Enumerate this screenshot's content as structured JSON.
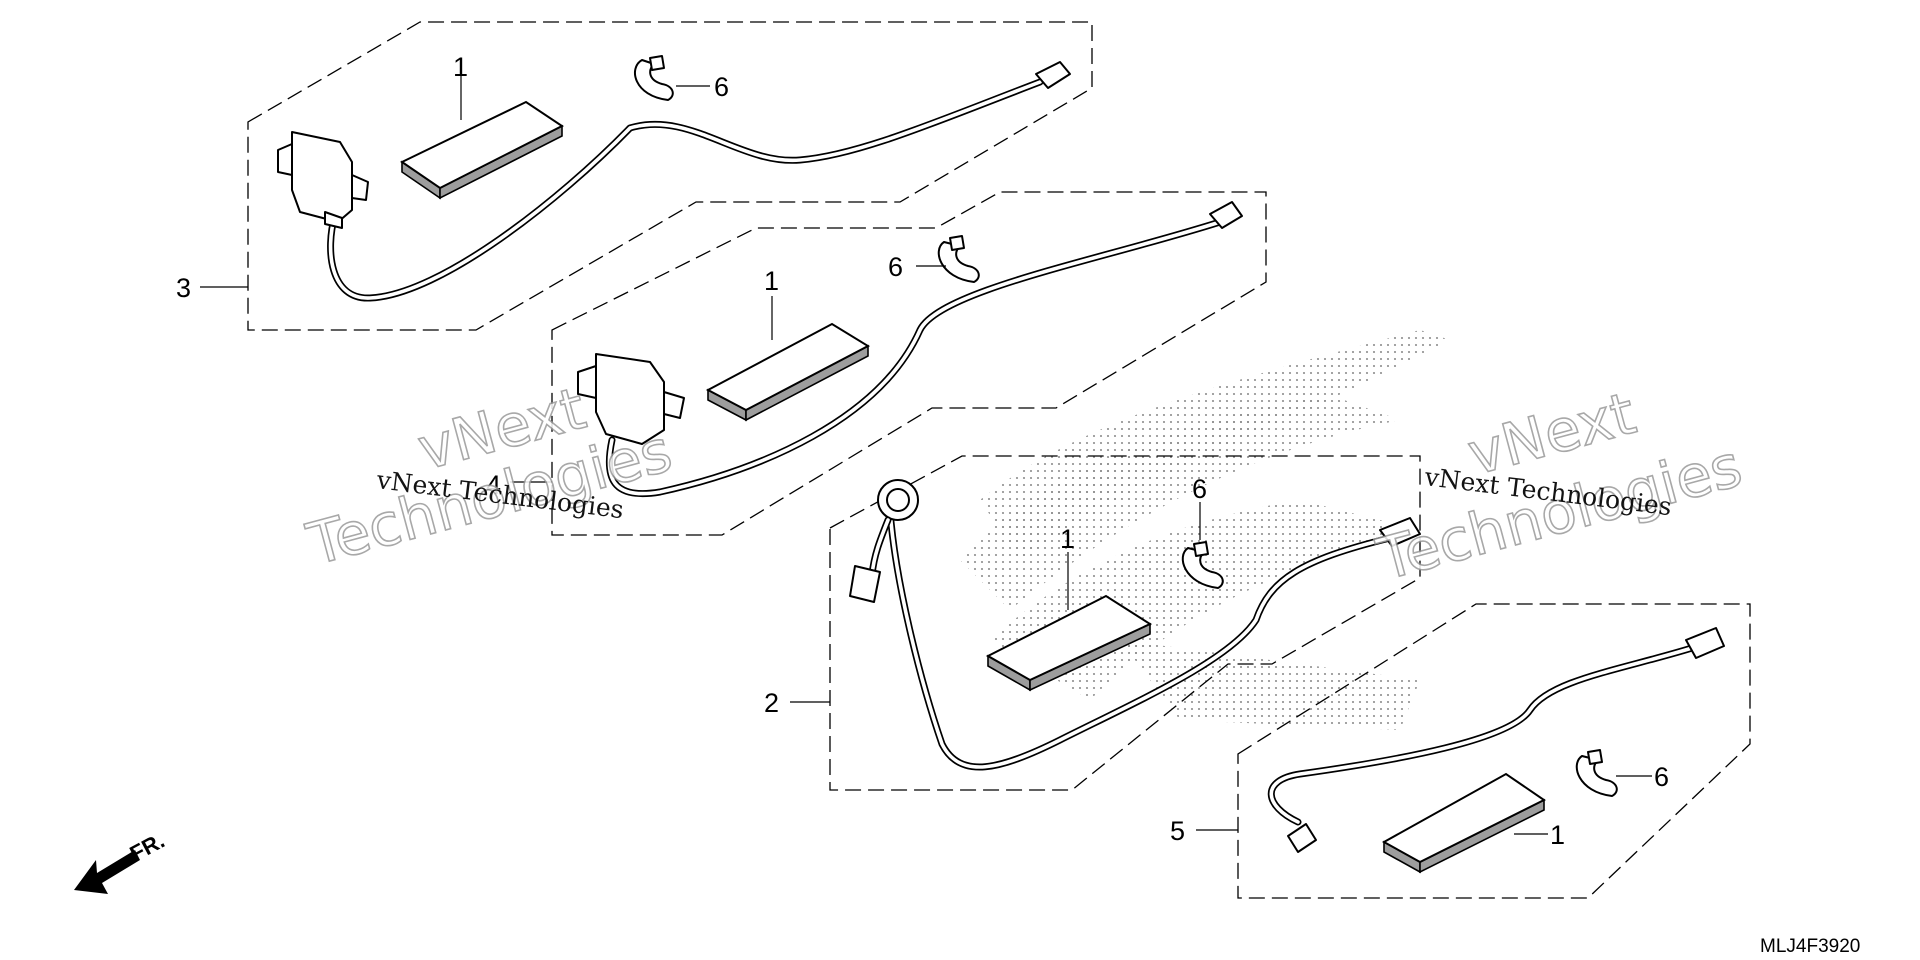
{
  "diagram": {
    "part_code": "MLJ4F3920",
    "front_indicator": "FR.",
    "callouts": [
      {
        "id": "c1a",
        "text": "1"
      },
      {
        "id": "c6a",
        "text": "6"
      },
      {
        "id": "c3",
        "text": "3"
      },
      {
        "id": "c6b",
        "text": "6"
      },
      {
        "id": "c1b",
        "text": "1"
      },
      {
        "id": "c4",
        "text": "4"
      },
      {
        "id": "c6c",
        "text": "6"
      },
      {
        "id": "c1c",
        "text": "1"
      },
      {
        "id": "c2",
        "text": "2"
      },
      {
        "id": "c6d",
        "text": "6"
      },
      {
        "id": "c5",
        "text": "5"
      },
      {
        "id": "c1d",
        "text": "1"
      }
    ],
    "watermarks": {
      "small_text": "vNext Technologies",
      "big_line1": "vNext",
      "big_line2": "Technologies"
    },
    "colors": {
      "line": "#000000",
      "pad_side": "#9d9d9d",
      "dots": "#8a8a8a",
      "watermark_outline": "#9a9a9a"
    }
  }
}
